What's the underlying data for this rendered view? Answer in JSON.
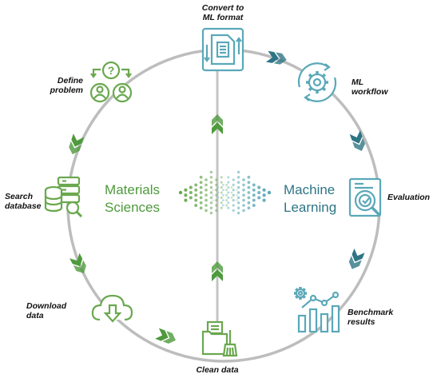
{
  "colors": {
    "green": "#6aa84f",
    "green_dark": "#4e9a3c",
    "teal": "#2e7585",
    "teal_light": "#5aa8b8",
    "ring_gray": "#bdbdbd",
    "axis_gray": "#c4c4c4"
  },
  "areas": {
    "materials": [
      "Materials",
      "Sciences"
    ],
    "ml": [
      "Machine",
      "Learning"
    ]
  },
  "steps": [
    {
      "id": "define",
      "icon": "question-people-icon",
      "lines": [
        "Define",
        "problem"
      ]
    },
    {
      "id": "search",
      "icon": "database-search-icon",
      "lines": [
        "Search",
        "database"
      ]
    },
    {
      "id": "download",
      "icon": "cloud-download-icon",
      "lines": [
        "Download",
        "data"
      ]
    },
    {
      "id": "clean",
      "icon": "folder-clean-icon",
      "lines": [
        "Clean data"
      ]
    },
    {
      "id": "convert",
      "icon": "document-convert-icon",
      "lines": [
        "Convert to",
        "ML format"
      ]
    },
    {
      "id": "workflow",
      "icon": "gear-cycle-icon",
      "lines": [
        "ML",
        "workflow"
      ]
    },
    {
      "id": "evaluation",
      "icon": "evaluation-icon",
      "lines": [
        "Evaluation"
      ]
    },
    {
      "id": "benchmark",
      "icon": "benchmark-chart-icon",
      "lines": [
        "Benchmark",
        "results"
      ]
    }
  ]
}
